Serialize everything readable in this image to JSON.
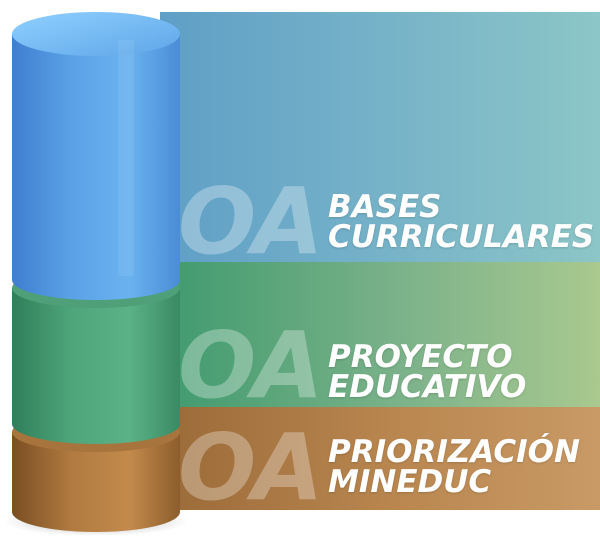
{
  "layers": [
    {
      "badge": "OA",
      "line1": "BASES",
      "line2": "CURRICULARES",
      "color": "#5f9fc6"
    },
    {
      "badge": "OA",
      "line1": "PROYECTO",
      "line2": "EDUCATIVO",
      "color": "#3f9a6e"
    },
    {
      "badge": "OA",
      "line1": "PRIORIZACIÓN",
      "line2": "MINEDUC",
      "color": "#9a6a38"
    }
  ]
}
